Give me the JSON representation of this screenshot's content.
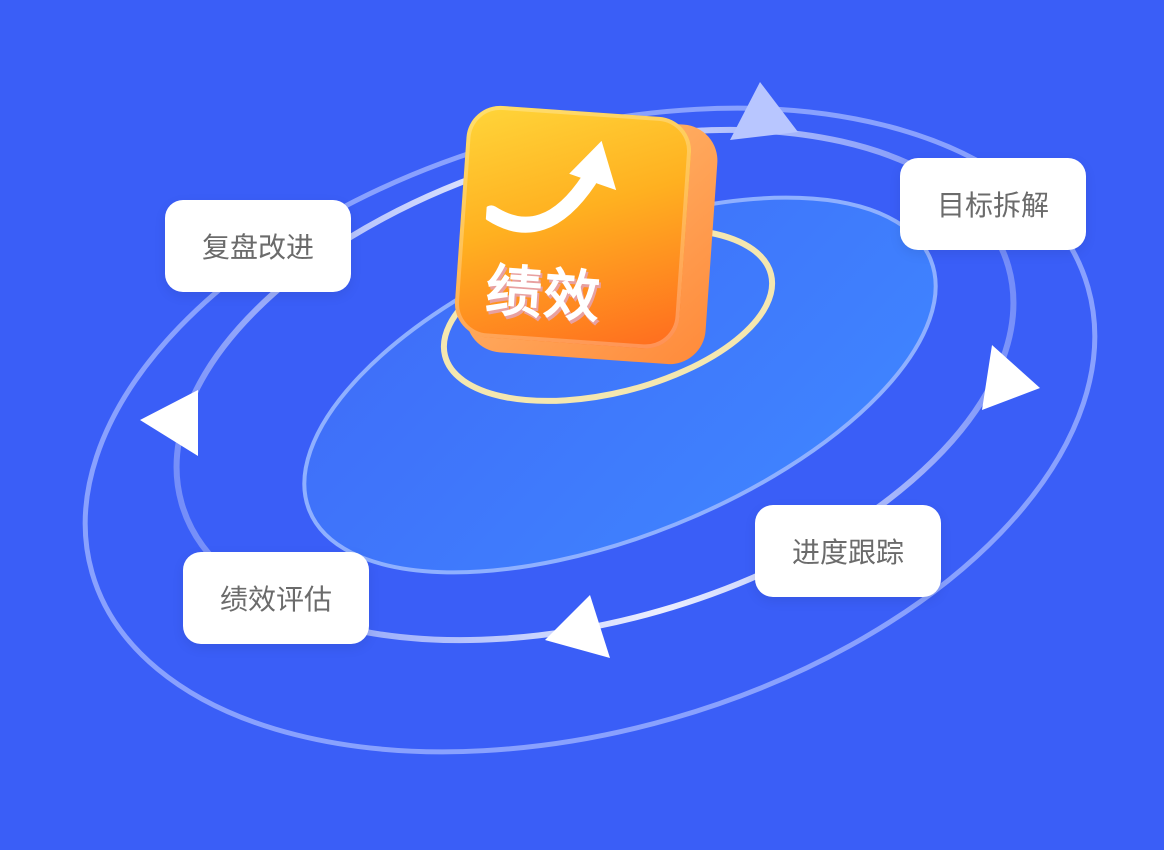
{
  "center": {
    "label": "绩效"
  },
  "steps": [
    {
      "label": "目标拆解"
    },
    {
      "label": "进度跟踪"
    },
    {
      "label": "绩效评估"
    },
    {
      "label": "复盘改进"
    }
  ],
  "colors": {
    "background": "#3a5ef7",
    "label_text": "#6b6b6b",
    "accent": "#ff8a2a"
  }
}
